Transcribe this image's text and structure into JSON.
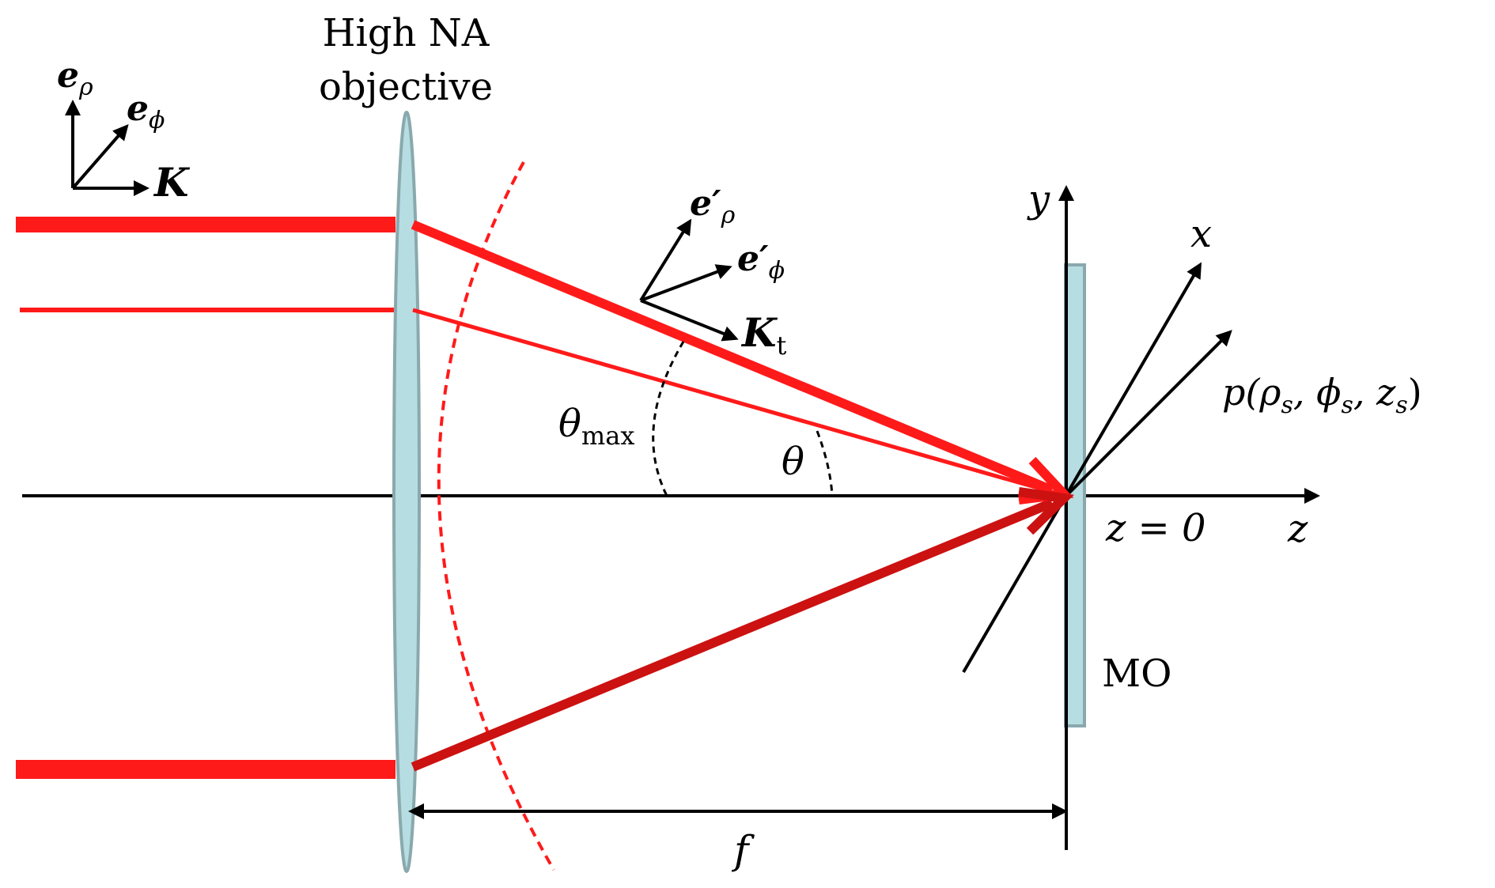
{
  "labels": {
    "objective_line1": "High NA",
    "objective_line2": "objective",
    "e_rho": "e",
    "rho": "ρ",
    "e_phi": "e",
    "phi": "ϕ",
    "K": "K",
    "e_rho_prime": "e′",
    "e_phi_prime": "e′",
    "Kt": "K",
    "t": "t",
    "y": "y",
    "x": "x",
    "z": "z",
    "theta_max": "θ",
    "max": "max",
    "theta": "θ",
    "point": "p(ρ",
    "s": "s",
    "point_mid1": ", ϕ",
    "point_mid2": ", z",
    "point_end": ")",
    "z0": "z = 0",
    "MO": "MO",
    "f": "f"
  },
  "colors": {
    "beam": "#ff1a1a",
    "beam_dark": "#cc1111",
    "lens": "#b6dde2",
    "lens_edge": "#8aa9ad",
    "axis": "#000000"
  }
}
